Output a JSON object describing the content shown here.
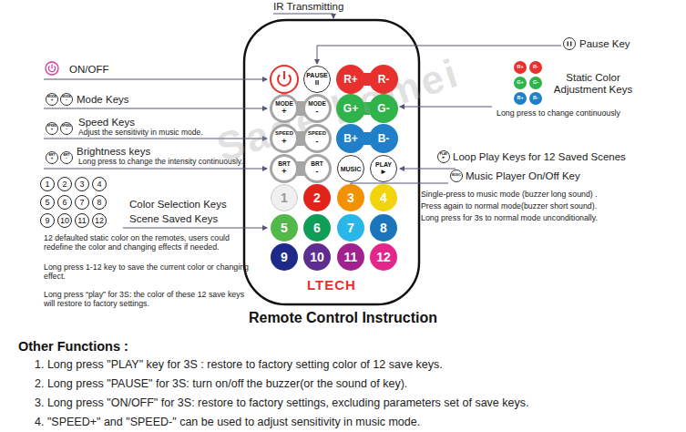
{
  "diagram": {
    "title": "Remote Control Instruction",
    "nodes": [
      {
        "text": [
          "LTECH"
        ]
      },
      {
        "text": [
          "PAUSE",
          "II"
        ],
        "in": 0
      },
      {
        "text": [
          "R+"
        ],
        "in": 0
      },
      {
        "text": [
          "R-"
        ],
        "in": 0
      },
      {
        "text": [
          "MODE",
          "+"
        ],
        "in": 0
      },
      {
        "text": [
          "MODE",
          "-"
        ],
        "in": 0
      },
      {
        "text": [
          "G+"
        ],
        "in": 0
      },
      {
        "text": [
          "G-"
        ],
        "in": 0
      },
      {
        "text": [
          "SPEED",
          "+"
        ],
        "in": 0
      },
      {
        "text": [
          "SPEED",
          "-"
        ],
        "in": 0
      },
      {
        "text": [
          "B+"
        ],
        "in": 0
      },
      {
        "text": [
          "B-"
        ],
        "in": 0
      },
      {
        "text": [
          "BRT",
          "+"
        ],
        "in": 0
      },
      {
        "text": [
          "BRT",
          "-"
        ],
        "in": 0
      },
      {
        "text": [
          "MUSIC"
        ],
        "in": 0
      },
      {
        "text": [
          "PLAY",
          "►"
        ],
        "in": 0
      },
      {
        "text": [
          "1"
        ],
        "in": 0
      },
      {
        "text": [
          "2"
        ],
        "in": 0
      },
      {
        "text": [
          "3"
        ],
        "in": 0
      },
      {
        "text": [
          "4"
        ],
        "in": 0
      },
      {
        "text": [
          "5"
        ],
        "in": 0
      },
      {
        "text": [
          "6"
        ],
        "in": 0
      },
      {
        "text": [
          "7"
        ],
        "in": 0
      },
      {
        "text": [
          "8"
        ],
        "in": 0
      },
      {
        "text": [
          "9"
        ],
        "in": 0
      },
      {
        "text": [
          "10"
        ],
        "in": 0
      },
      {
        "text": [
          "11"
        ],
        "in": 0
      },
      {
        "text": [
          "12"
        ],
        "in": 0
      },
      {
        "text": [
          "MODE",
          "+"
        ]
      },
      {
        "text": [
          "MODE",
          "-"
        ]
      },
      {
        "text": [
          "SPEED",
          "+"
        ]
      },
      {
        "text": [
          "SPEED",
          "-"
        ]
      },
      {
        "text": [
          "BRT",
          "+"
        ]
      },
      {
        "text": [
          "BRT",
          "-"
        ]
      },
      {
        "text": [
          "1"
        ]
      },
      {
        "text": [
          "2"
        ]
      },
      {
        "text": [
          "3"
        ]
      },
      {
        "text": [
          "4"
        ]
      },
      {
        "text": [
          "5"
        ]
      },
      {
        "text": [
          "6"
        ]
      },
      {
        "text": [
          "7"
        ]
      },
      {
        "text": [
          "8"
        ]
      },
      {
        "text": [
          "9"
        ]
      },
      {
        "text": [
          "10"
        ]
      },
      {
        "text": [
          "11"
        ]
      },
      {
        "text": [
          "12"
        ]
      },
      {
        "text": [
          "R+"
        ]
      },
      {
        "text": [
          "R-"
        ]
      },
      {
        "text": [
          "G+"
        ]
      },
      {
        "text": [
          "G-"
        ]
      },
      {
        "text": [
          "B+"
        ]
      },
      {
        "text": [
          "B-"
        ]
      },
      {
        "text": [
          "PLAY",
          "►"
        ]
      },
      {
        "text": [
          "MUSIC"
        ]
      }
    ],
    "labels": [
      "IR Transmitting",
      "Sage homei",
      "ON/OFF",
      "Mode Keys",
      "Speed Keys",
      "Adjust the sensitivity in music mode.",
      "Brightness keys",
      "Long press to change the intensity continuously.",
      "Color Selection Keys",
      "Scene Saved Keys",
      "12 defaulted static color on the remotes, users could redefine the color and changing effects if needed.",
      "Long press 1-12 key to save the current color or changing effect.",
      "Long press “play” for 3S: the color of these 12 save keys will restore to factory settings.",
      "Pause Key",
      "Static Color Adjustment Keys",
      "Long press to change continuously",
      "Loop Play Keys for 12 Saved Scenes",
      "Music Player On/Off Key",
      "Single-press to music mode (buzzer long sound) .",
      "Press again to normal mode(buzzer short sound).",
      "Long  press for 3s to normal mode unconditionally.",
      "Other Functions :",
      "1. Long press \"PLAY\" key for 3S : restore to factory setting color of 12 save keys.",
      "2. Long press \"PAUSE\" for 3S: turn on/off the buzzer(or the sound of key).",
      "3. Long press \"ON/OFF\" for 3S: restore to factory settings, excluding parameters set of save keys.",
      "4. \"SPEED+\" and \"SPEED-\" can be used to adjust sensitivity in music mode."
    ]
  }
}
